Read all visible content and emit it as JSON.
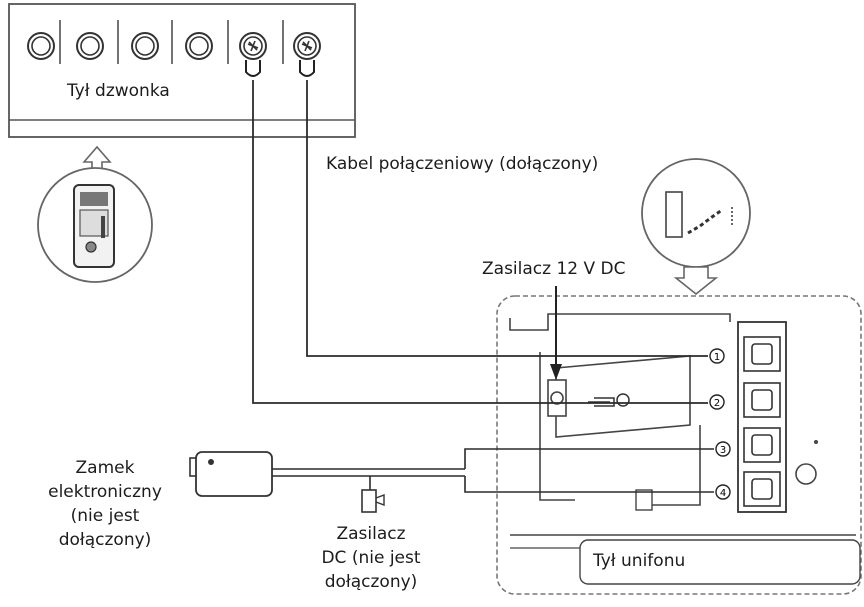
{
  "labels": {
    "doorbell_back": "Tył dzwonka",
    "connection_cable": "Kabel połączeniowy (dołączony)",
    "power_supply_12v": "Zasilacz 12 V DC",
    "electric_lock": [
      "Zamek",
      "elektroniczny",
      "(nie jest",
      "dołączony)"
    ],
    "dc_supply": [
      "Zasilacz",
      "DC (nie jest",
      "dołączony)"
    ],
    "intercom_back": "Tył unifonu"
  },
  "terminals": [
    "1",
    "2",
    "3",
    "4"
  ],
  "colors": {
    "line": "#2b2b2b",
    "panel_border": "#555555"
  }
}
